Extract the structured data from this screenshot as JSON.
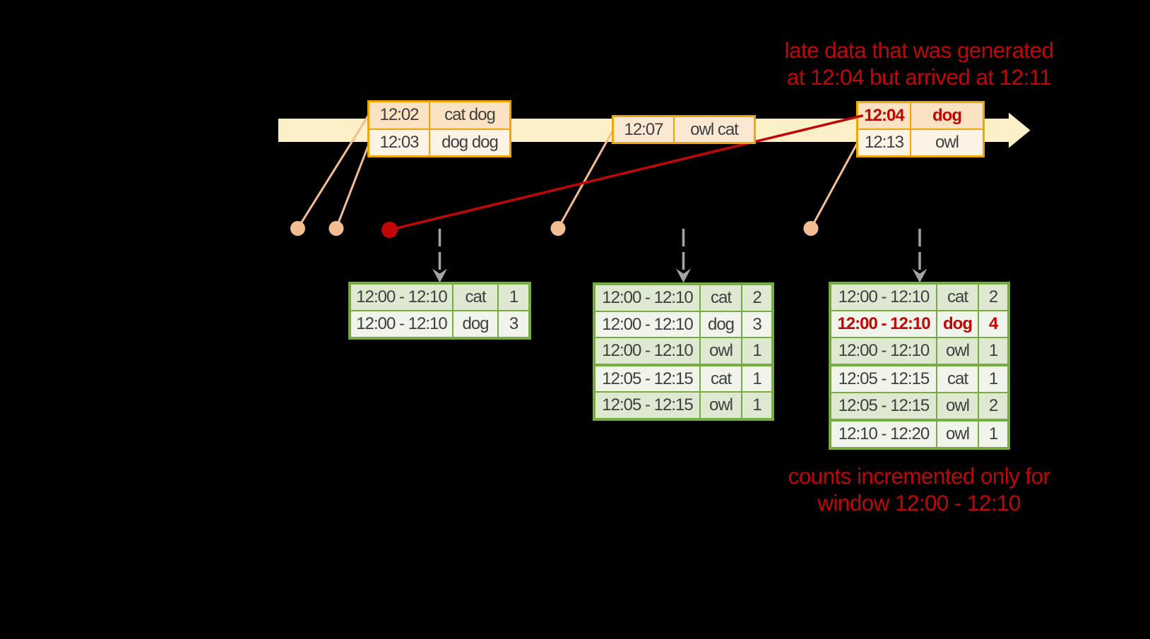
{
  "palette": {
    "background": "#000000",
    "timeline_band": "#fbf0c7",
    "event_box_border": "#f0a50a",
    "event_cell_peach": "#fae2c3",
    "event_cell_cream": "#fdf3e5",
    "event_cell_mid": "#fbe8d2",
    "result_table_border": "#77ac43",
    "result_row_green": "#dfe9d1",
    "result_row_light": "#f0f4ea",
    "dot_peach": "#f5be92",
    "late_red": "#c00606",
    "arrow_gray": "#a3a3a3",
    "text_gray": "#3e3f40"
  },
  "event_boxes": [
    {
      "id": "events-12-02-12-03",
      "rows": [
        {
          "time": "12:02",
          "words": "cat dog"
        },
        {
          "time": "12:03",
          "words": "dog dog"
        }
      ]
    },
    {
      "id": "events-12-07",
      "rows": [
        {
          "time": "12:07",
          "words": "owl cat"
        }
      ]
    },
    {
      "id": "events-12-04-12-13",
      "rows": [
        {
          "time": "12:04",
          "words": "dog",
          "late": true
        },
        {
          "time": "12:13",
          "words": "owl"
        }
      ]
    }
  ],
  "result_tables": [
    {
      "id": "result-after-12-10",
      "rows": [
        {
          "window": "12:00 - 12:10",
          "word": "cat",
          "count": "1"
        },
        {
          "window": "12:00 - 12:10",
          "word": "dog",
          "count": "3"
        }
      ]
    },
    {
      "id": "result-after-12-15",
      "rows": [
        {
          "window": "12:00 - 12:10",
          "word": "cat",
          "count": "2"
        },
        {
          "window": "12:00 - 12:10",
          "word": "dog",
          "count": "3"
        },
        {
          "window": "12:00 - 12:10",
          "word": "owl",
          "count": "1"
        },
        {
          "window": "12:05 - 12:15",
          "word": "cat",
          "count": "1"
        },
        {
          "window": "12:05 - 12:15",
          "word": "owl",
          "count": "1"
        }
      ]
    },
    {
      "id": "result-after-12-20",
      "rows": [
        {
          "window": "12:00 - 12:10",
          "word": "cat",
          "count": "2"
        },
        {
          "window": "12:00 - 12:10",
          "word": "dog",
          "count": "4",
          "late": true
        },
        {
          "window": "12:00 - 12:10",
          "word": "owl",
          "count": "1"
        },
        {
          "window": "12:05 - 12:15",
          "word": "cat",
          "count": "1"
        },
        {
          "window": "12:05 - 12:15",
          "word": "owl",
          "count": "2"
        },
        {
          "window": "12:10 - 12:20",
          "word": "owl",
          "count": "1"
        }
      ]
    }
  ],
  "annotations": {
    "late_data": {
      "line1": "late data that was generated",
      "line2": "at 12:04 but arrived at 12:11"
    },
    "counts": {
      "line1": "counts incremented only for",
      "line2": "window 12:00 - 12:10"
    }
  }
}
